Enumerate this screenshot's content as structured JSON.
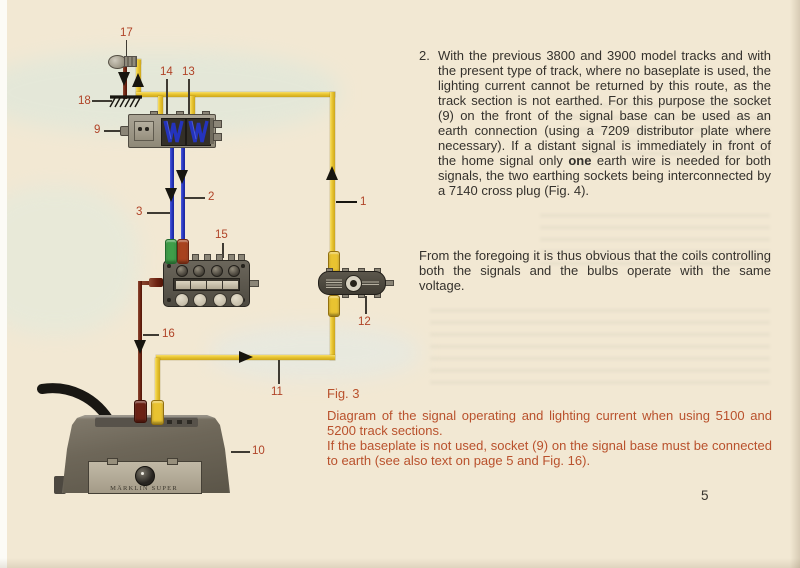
{
  "page": {
    "number": "5",
    "paper_color": "#f2e8d3",
    "accent_orange": "#b9512c"
  },
  "body_text": {
    "item_number": "2.",
    "para1_before_bold": "With the previous 3800 and 3900 model tracks and with the present type of track, where no baseplate is used, the lighting current cannot be returned by this route, as the track section is not earthed. For this purpose the socket (9) on the front of the signal base can be used as an earth connection (using a 7209 distributor plate where necessary). If a distant signal is immediately in front of the home signal only ",
    "para1_bold": "one",
    "para1_after_bold": " earth wire is needed for both signals, the two earthing sockets being interconnected by a 7140 cross plug (Fig. 4).",
    "para2": "From the foregoing it is thus obvious that the coils controlling both the signals and the bulbs operate with the same voltage."
  },
  "figure": {
    "label": "Fig. 3",
    "caption_sentence1": "Diagram of the signal operating and lighting current when using 5100 and 5200 track sections.",
    "caption_sentence2": "If the baseplate is not used, socket (9) on the signal base must be connected to earth (see also text on page 5 and Fig. 16)."
  },
  "diagram": {
    "labels": {
      "l1": "1",
      "l2": "2",
      "l3": "3",
      "l9": "9",
      "l10": "10",
      "l11": "11",
      "l12": "12",
      "l13": "13",
      "l14": "14",
      "l15": "15",
      "l16": "16",
      "l17": "17",
      "l18": "18"
    },
    "transformer_brand": "MÄRKLIN SUPER",
    "colors": {
      "wire_yellow": "#e9c52f",
      "wire_blue": "#2433bd",
      "wire_brown": "#6e2312",
      "plug_green": "#3f9e49",
      "plug_red": "#a8431f"
    }
  }
}
